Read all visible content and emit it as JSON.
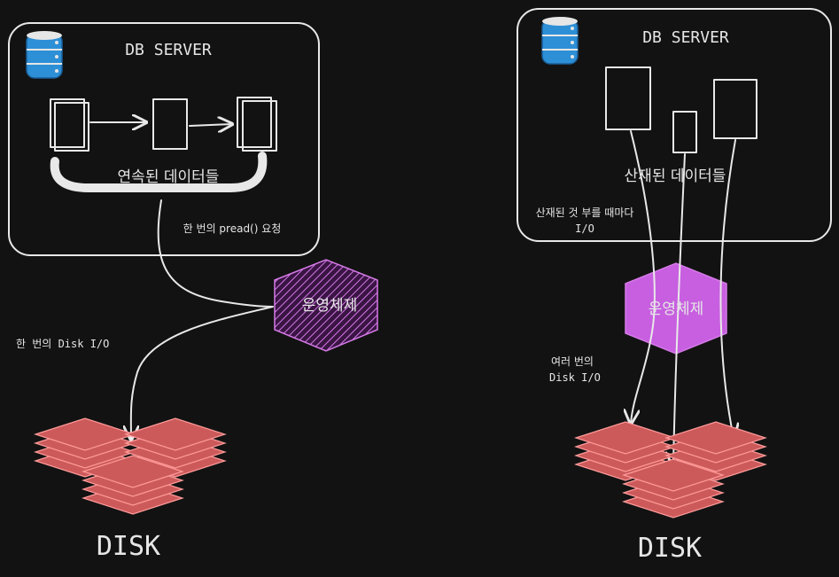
{
  "left": {
    "server_label": "DB SERVER",
    "data_label": "연속된 데이터들",
    "request_label": "한 번의 pread() 요청",
    "os_label": "운영체제",
    "io_label": "한 번의 Disk I/O",
    "disk_label": "DISK"
  },
  "right": {
    "server_label": "DB SERVER",
    "data_label": "산재된 데이터들",
    "request_label_line1": "산재된 것 부를 때마다",
    "request_label_line2": "I/O",
    "os_label": "운영체제",
    "io_label_line1": "여러 번의",
    "io_label_line2": "Disk I/O",
    "disk_label": "DISK"
  },
  "colors": {
    "background": "#121212",
    "stroke": "#e8e8e8",
    "os_fill": "#c75fe0",
    "os_hatch": "#d67ae8",
    "disk_fill": "#cc5a5a",
    "disk_stroke": "#ff9a9a",
    "db_icon_blue": "#2d8fd6"
  }
}
